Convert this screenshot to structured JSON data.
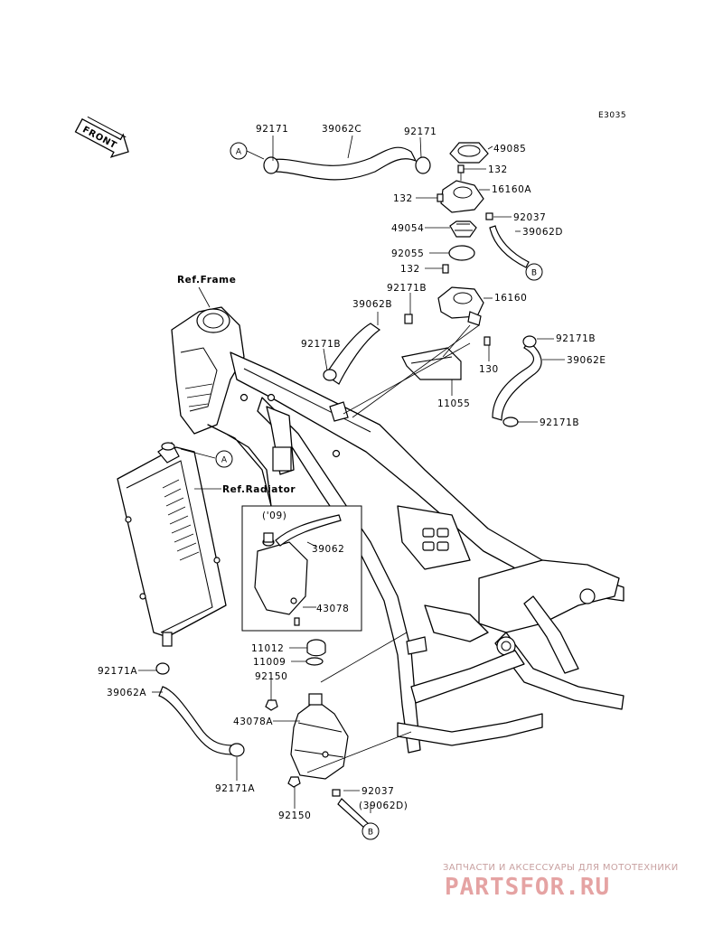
{
  "diagram_code": "E3035",
  "front_label": "FRONT",
  "references": {
    "frame": "Ref.Frame",
    "radiator": "Ref.Radiator"
  },
  "inset": {
    "year": "('09)",
    "part_a": "39062",
    "part_b": "43078"
  },
  "parts": {
    "p92171_top": "92171",
    "p39062C": "39062C",
    "p92171_top2": "92171",
    "p49085": "49085",
    "p132_a": "132",
    "p132_b": "132",
    "p16160A": "16160A",
    "p92037_top": "92037",
    "p49054": "49054",
    "p39062D": "39062D",
    "p92055": "92055",
    "p132_c": "132",
    "p92171B_a": "92171B",
    "p16160": "16160",
    "p39062B": "39062B",
    "p92171B_b": "92171B",
    "p92171B_c": "92171B",
    "p130": "130",
    "p39062E": "39062E",
    "p11055": "11055",
    "p92171B_d": "92171B",
    "p11012": "11012",
    "p11009": "11009",
    "p92150_a": "92150",
    "p43078A": "43078A",
    "p92171A_a": "92171A",
    "p39062A": "39062A",
    "p92171A_b": "92171A",
    "p92037_bot": "92037",
    "p39062D_ref": "(39062D)",
    "p92150_b": "92150"
  },
  "callouts": {
    "a1": "A",
    "a2": "A",
    "b1": "B",
    "b2": "B"
  },
  "watermark": {
    "subtitle": "ЗАПЧАСТИ И АКСЕССУАРЫ ДЛЯ МОТОТЕХНИКИ",
    "logo": "PARTSFOR.RU"
  }
}
